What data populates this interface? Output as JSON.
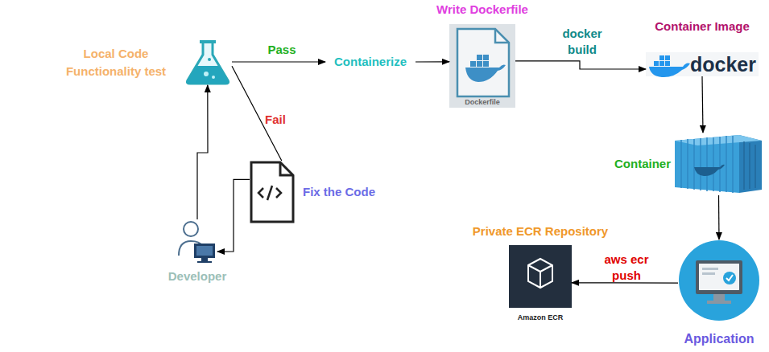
{
  "diagram": {
    "nodes": [
      {
        "text": [
          "Local Code Functionality test"
        ]
      },
      {
        "text": [
          "Containerize"
        ]
      },
      {
        "text": [
          "Write Dockerfile",
          "Dockerfile"
        ]
      },
      {
        "text": [
          "Container Image",
          "docker"
        ]
      },
      {
        "text": [
          "Container"
        ]
      },
      {
        "text": [
          "Application"
        ]
      },
      {
        "text": [
          "Private ECR Repository",
          "Amazon ECR"
        ]
      },
      {
        "text": [
          "Fix the Code"
        ]
      },
      {
        "text": [
          "Developer"
        ]
      }
    ],
    "edges": [
      {
        "from": 0,
        "to": 1,
        "label": "Pass",
        "arrow": "to"
      },
      {
        "from": 1,
        "to": 2,
        "arrow": "to"
      },
      {
        "from": 2,
        "to": 3,
        "label": "docker build",
        "arrow": "to"
      },
      {
        "from": 3,
        "to": 4,
        "arrow": "to"
      },
      {
        "from": 4,
        "to": 5,
        "arrow": "to"
      },
      {
        "from": 5,
        "to": 6,
        "label": "aws ecr push",
        "arrow": "to"
      },
      {
        "from": 0,
        "to": 7,
        "label": "Fail",
        "arrow": "none"
      },
      {
        "from": 7,
        "to": 8,
        "arrow": "to"
      },
      {
        "from": 8,
        "to": 0,
        "arrow": "to"
      }
    ]
  }
}
